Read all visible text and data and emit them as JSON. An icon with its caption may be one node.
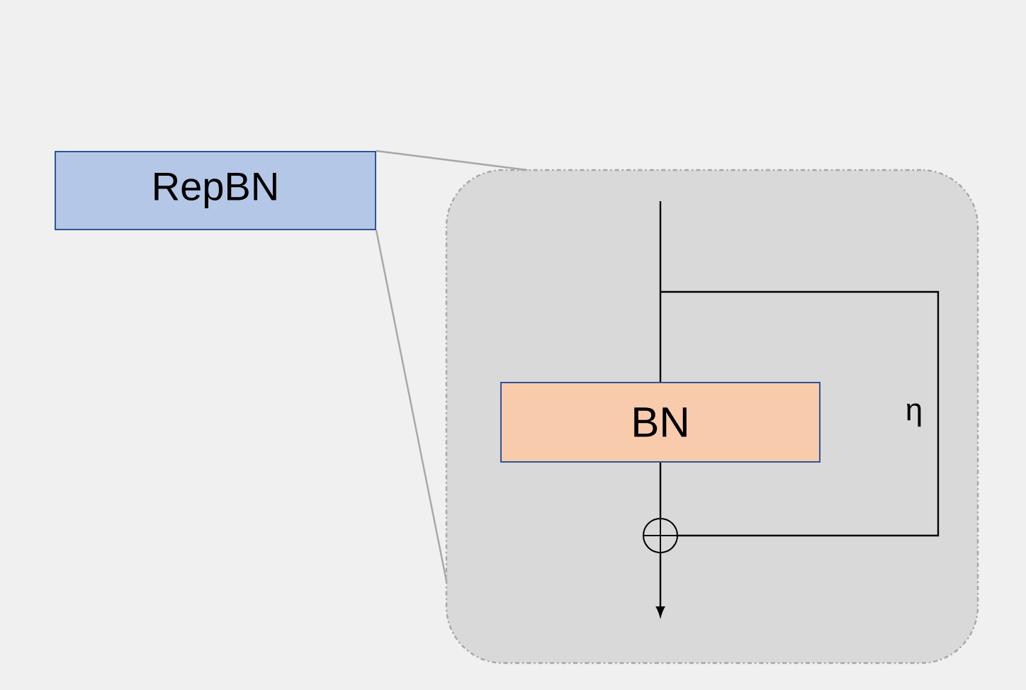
{
  "diagram": {
    "nodes": [
      {
        "text": [
          "RepBN"
        ]
      },
      {
        "text": [],
        "shape": "box"
      },
      {
        "text": [
          "BN"
        ],
        "in": 1
      },
      {
        "text": [],
        "shape": "circle",
        "in": 1
      }
    ],
    "edges": [
      {
        "from": 0,
        "to": 1,
        "arrow": "none",
        "color": "#a6a6a6"
      },
      {
        "from": 0,
        "to": 1,
        "arrow": "none",
        "color": "#a6a6a6"
      },
      {
        "from": null,
        "to": 2,
        "arrow": "none"
      },
      {
        "from": 2,
        "to": 3,
        "arrow": "none"
      },
      {
        "from": null,
        "to": 3,
        "arrow": "none",
        "label": "η"
      },
      {
        "from": 3,
        "to": null,
        "arrow": "to"
      }
    ]
  }
}
